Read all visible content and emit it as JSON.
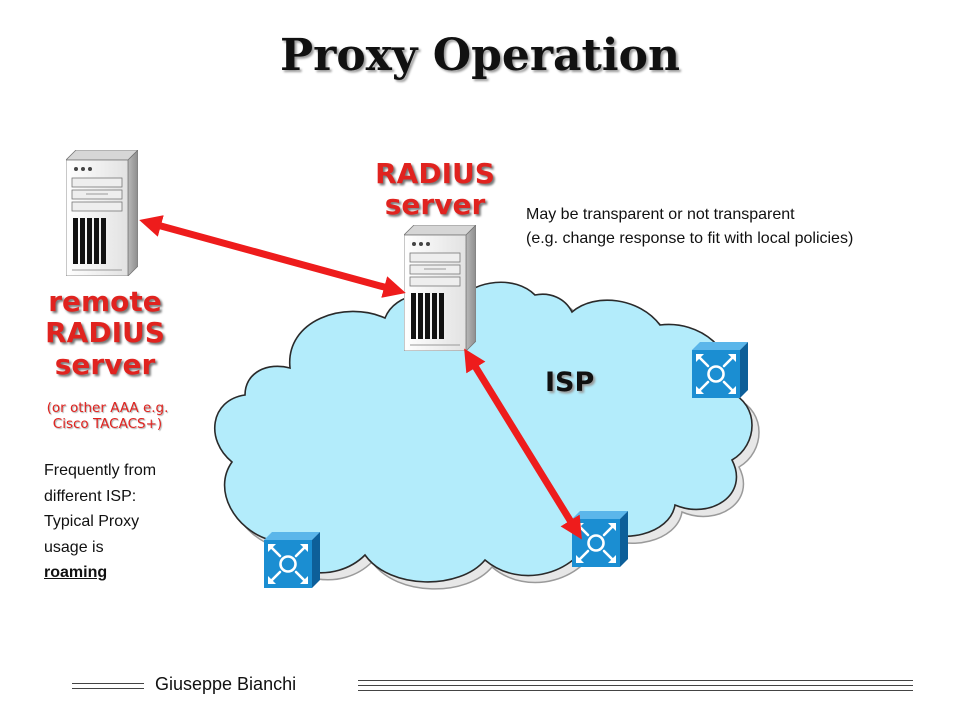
{
  "title": "Proxy Operation",
  "radius_server": {
    "line1": "RADIUS",
    "line2": "server"
  },
  "remote_server": {
    "line1": "remote",
    "line2": "RADIUS",
    "line3": "server",
    "sub1": "(or other AAA e.g.",
    "sub2": "Cisco TACACS+)"
  },
  "note": {
    "line1": "May be transparent or not transparent",
    "line2": "(e.g. change response to fit with local policies)"
  },
  "frequently": {
    "line1": "Frequently from",
    "line2": "different ISP:",
    "line3": "Typical Proxy",
    "line4": "usage is",
    "emph": "roaming"
  },
  "cloud_label": "ISP",
  "footer": "Giuseppe Bianchi",
  "icons": [
    "server-tower-icon",
    "router-icon",
    "double-arrow-icon",
    "cloud-icon"
  ],
  "colors": {
    "accent": "#e0231f",
    "cloud": "#b3ecfb",
    "router": "#1b8ed2",
    "arrow": "#ee1c1c"
  }
}
